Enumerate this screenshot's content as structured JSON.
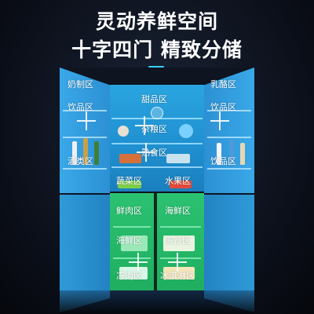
{
  "header": {
    "title_line1": "灵动养鲜空间",
    "title_line2": "十字四门 精致分储"
  },
  "zones": {
    "left_door_top": "奶制区",
    "left_door_mid": "饮品区",
    "left_door_low": "酒类区",
    "right_door_top": "乳酪区",
    "right_door_mid": "饮品区",
    "right_door_low": "饮品区",
    "center_1": "甜品区",
    "center_2": "杂粮区",
    "center_3": "熟食区",
    "center_4_left": "蔬菜区",
    "center_4_right": "水果区",
    "lower_left_1": "鲜肉区",
    "lower_left_2": "海鲜区",
    "lower_left_3": "冻肉区",
    "lower_right_1": "海鲜区",
    "lower_right_2": "冻饺区",
    "lower_right_3": "冰淇淋区"
  },
  "colors": {
    "fridge_blue": "#2aa5e0",
    "freezer_green": "#2bc272",
    "accent_cyan": "#38d0ff",
    "background": "#0b0f19"
  }
}
